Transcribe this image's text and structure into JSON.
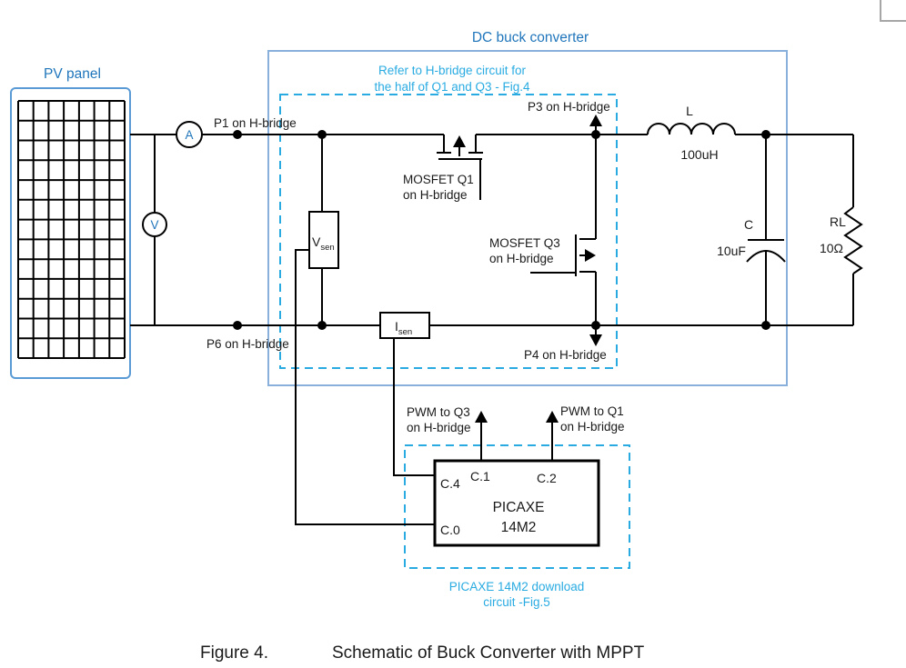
{
  "colors": {
    "wire": "#000000",
    "blue_heading": "#1F75BB",
    "cyan_annotation": "#29ABE2",
    "converter_box": "#89B0DB",
    "pv_border": "#5B9BD5",
    "gray_corner": "#A6A6A6"
  },
  "pv_panel": {
    "title": "PV panel",
    "grid_cols": 7,
    "grid_rows": 13
  },
  "meters": {
    "ammeter_label": "A",
    "voltmeter_label": "V"
  },
  "converter": {
    "title": "DC buck converter",
    "hbridge_note_line1": "Refer to H-bridge circuit for",
    "hbridge_note_line2": "the half of Q1 and Q3 - Fig.4"
  },
  "nodes": {
    "p1": "P1 on H-bridge",
    "p3": "P3 on H-bridge",
    "p6": "P6 on H-bridge",
    "p4": "P4 on H-bridge"
  },
  "mosfets": {
    "q1_line1": "MOSFET Q1",
    "q1_line2": "on H-bridge",
    "q3_line1": "MOSFET Q3",
    "q3_line2": "on H-bridge"
  },
  "components": {
    "inductor": {
      "ref": "L",
      "value": "100uH"
    },
    "capacitor": {
      "ref": "C",
      "value": "10uF"
    },
    "load": {
      "ref": "RL",
      "value": "10Ω"
    },
    "vsense": {
      "symbol": "V",
      "sub": "sen"
    },
    "isense": {
      "symbol": "I",
      "sub": "sen"
    }
  },
  "pwm": {
    "to_q3_line1": "PWM to Q3",
    "to_q3_line2": "on H-bridge",
    "to_q1_line1": "PWM to Q1",
    "to_q1_line2": "on H-bridge"
  },
  "mcu": {
    "name": "PICAXE",
    "model": "14M2",
    "pin_c4": "C.4",
    "pin_c1": "C.1",
    "pin_c2": "C.2",
    "pin_c0": "C.0",
    "download_note_line1": "PICAXE 14M2 download",
    "download_note_line2": "circuit -Fig.5"
  },
  "caption": {
    "label": "Figure 4.",
    "text": "Schematic of Buck Converter with MPPT"
  }
}
